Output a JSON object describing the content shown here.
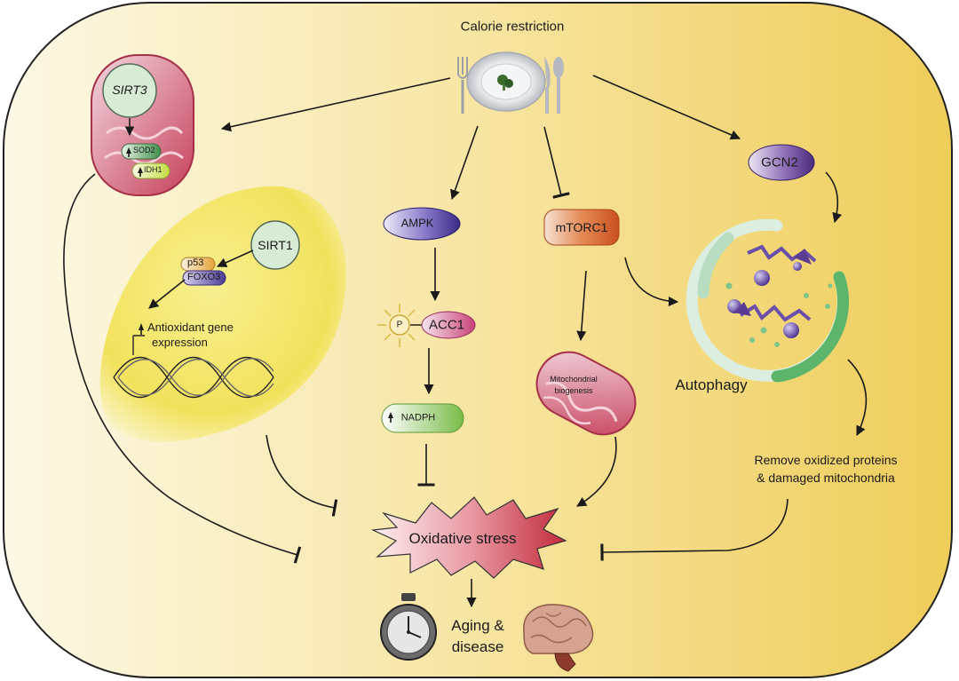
{
  "diagram": {
    "top_label": "Calorie restriction",
    "sirt3": {
      "title": "SIRT3",
      "sod2": "SOD2",
      "idh1": "IDH1"
    },
    "sirt1": "SIRT1",
    "p53": "p53",
    "foxo3": "FOXO3",
    "antioxidant_line1": "Antioxidant gene",
    "antioxidant_line2": "expression",
    "ampk": "AMPK",
    "p_label": "P",
    "acc1": "ACC1",
    "nadph": "NADPH",
    "mtorc1": "mTORC1",
    "mito_line1": "Mitochondrial",
    "mito_line2": "biogenesis",
    "gcn2": "GCN2",
    "autophagy": "Autophagy",
    "remove_line1": "Remove oxidized proteins",
    "remove_line2": "& damaged mitochondria",
    "oxidative_stress": "Oxidative stress",
    "aging_line1": "Aging &",
    "aging_line2": "disease"
  },
  "colors": {
    "background_gradient": [
      "#fdf8e6",
      "#f6e39b",
      "#efcd5a"
    ],
    "sirt3_mito": "#c6405a",
    "sirt1_region": "#f4e76a",
    "ampk": "#4f3a9c",
    "mtorc1": "#d8642e",
    "gcn2": "#5b3c8c",
    "oxidative_stress": "#cc3a4a",
    "nadph": "#7fbf52",
    "autophagy_ring": "#5bb46a"
  }
}
